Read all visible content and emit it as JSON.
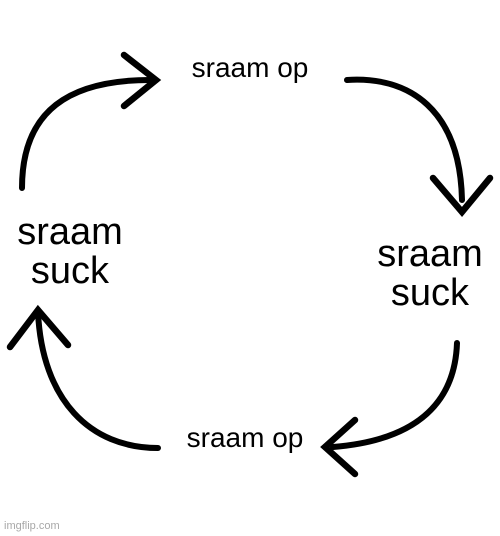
{
  "diagram": {
    "nodes": [
      {
        "id": "top",
        "text": "sraam op"
      },
      {
        "id": "right",
        "text": "sraam\nsuck"
      },
      {
        "id": "bottom",
        "text": "sraam op"
      },
      {
        "id": "left",
        "text": "sraam\nsuck"
      }
    ],
    "edges": [
      {
        "from": "top",
        "to": "right"
      },
      {
        "from": "right",
        "to": "bottom"
      },
      {
        "from": "bottom",
        "to": "left"
      },
      {
        "from": "left",
        "to": "top"
      }
    ],
    "colors": {
      "stroke": "#000000",
      "background": "#ffffff",
      "watermark": "#a8a8a8"
    }
  },
  "watermark": "imgflip.com"
}
